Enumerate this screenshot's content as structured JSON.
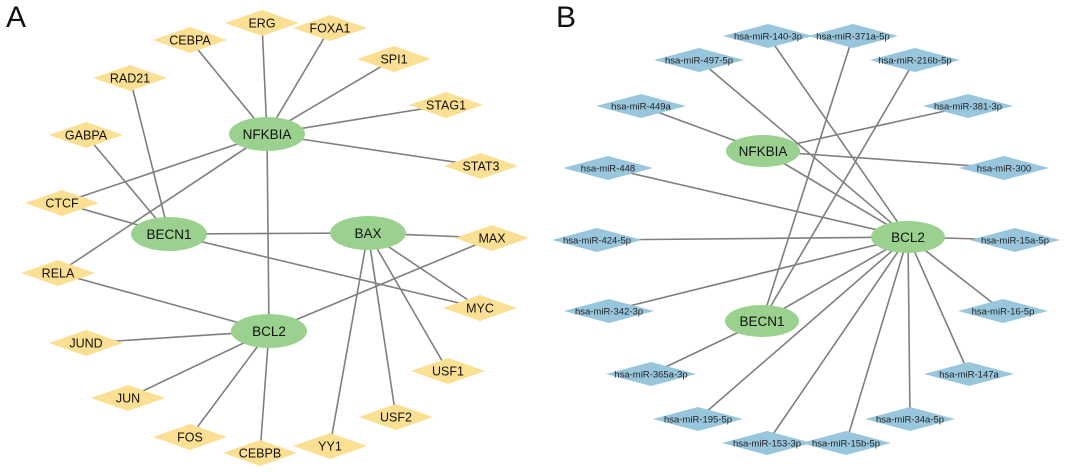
{
  "panels": [
    {
      "label": "A",
      "hubs": [
        "NFKBIA",
        "BECN1",
        "BAX",
        "BCL2"
      ],
      "nodes": [
        "CEBPA",
        "ERG",
        "FOXA1",
        "SPI1",
        "RAD21",
        "STAG1",
        "GABPA",
        "STAT3",
        "CTCF",
        "MAX",
        "RELA",
        "MYC",
        "JUND",
        "USF1",
        "JUN",
        "USF2",
        "FOS",
        "YY1",
        "CEBPB"
      ],
      "edges": [
        [
          "NFKBIA",
          "CEBPA"
        ],
        [
          "NFKBIA",
          "ERG"
        ],
        [
          "NFKBIA",
          "FOXA1"
        ],
        [
          "NFKBIA",
          "SPI1"
        ],
        [
          "NFKBIA",
          "STAG1"
        ],
        [
          "NFKBIA",
          "STAT3"
        ],
        [
          "NFKBIA",
          "CTCF"
        ],
        [
          "NFKBIA",
          "RELA"
        ],
        [
          "NFKBIA",
          "BCL2"
        ],
        [
          "BECN1",
          "RAD21"
        ],
        [
          "BECN1",
          "GABPA"
        ],
        [
          "BECN1",
          "CTCF"
        ],
        [
          "BECN1",
          "BAX"
        ],
        [
          "BECN1",
          "MYC"
        ],
        [
          "BAX",
          "MAX"
        ],
        [
          "BAX",
          "MYC"
        ],
        [
          "BAX",
          "USF1"
        ],
        [
          "BAX",
          "USF2"
        ],
        [
          "BAX",
          "YY1"
        ],
        [
          "BCL2",
          "RELA"
        ],
        [
          "BCL2",
          "MAX"
        ],
        [
          "BCL2",
          "JUND"
        ],
        [
          "BCL2",
          "JUN"
        ],
        [
          "BCL2",
          "FOS"
        ],
        [
          "BCL2",
          "CEBPB"
        ]
      ]
    },
    {
      "label": "B",
      "hubs": [
        "NFKBIA",
        "BCL2",
        "BECN1"
      ],
      "nodes": [
        "hsa-miR-140-3p",
        "hsa-miR-371a-5p",
        "hsa-miR-497-5p",
        "hsa-miR-216b-5p",
        "hsa-miR-449a",
        "hsa-miR-381-3p",
        "hsa-miR-448",
        "hsa-miR-300",
        "hsa-miR-424-5p",
        "hsa-miR-15a-5p",
        "hsa-miR-342-3p",
        "hsa-miR-16-5p",
        "hsa-miR-365a-3p",
        "hsa-miR-147a",
        "hsa-miR-195-5p",
        "hsa-miR-34a-5p",
        "hsa-miR-153-3p",
        "hsa-miR-15b-5p"
      ],
      "edges": [
        [
          "NFKBIA",
          "hsa-miR-449a"
        ],
        [
          "NFKBIA",
          "hsa-miR-381-3p"
        ],
        [
          "NFKBIA",
          "hsa-miR-300"
        ],
        [
          "NFKBIA",
          "BCL2"
        ],
        [
          "BCL2",
          "hsa-miR-140-3p"
        ],
        [
          "BCL2",
          "hsa-miR-497-5p"
        ],
        [
          "BCL2",
          "hsa-miR-448"
        ],
        [
          "BCL2",
          "hsa-miR-424-5p"
        ],
        [
          "BCL2",
          "hsa-miR-15a-5p"
        ],
        [
          "BCL2",
          "hsa-miR-342-3p"
        ],
        [
          "BCL2",
          "hsa-miR-16-5p"
        ],
        [
          "BCL2",
          "hsa-miR-147a"
        ],
        [
          "BCL2",
          "hsa-miR-195-5p"
        ],
        [
          "BCL2",
          "hsa-miR-34a-5p"
        ],
        [
          "BCL2",
          "hsa-miR-153-3p"
        ],
        [
          "BCL2",
          "hsa-miR-15b-5p"
        ],
        [
          "BCL2",
          "BECN1"
        ],
        [
          "BECN1",
          "hsa-miR-371a-5p"
        ],
        [
          "BECN1",
          "hsa-miR-216b-5p"
        ],
        [
          "BECN1",
          "hsa-miR-365a-3p"
        ]
      ]
    }
  ],
  "colors": {
    "hub": "#9bd18e",
    "panel_a_node": "#fbdf93",
    "panel_b_node": "#98c6dc",
    "edge": "#7f7f7f"
  }
}
